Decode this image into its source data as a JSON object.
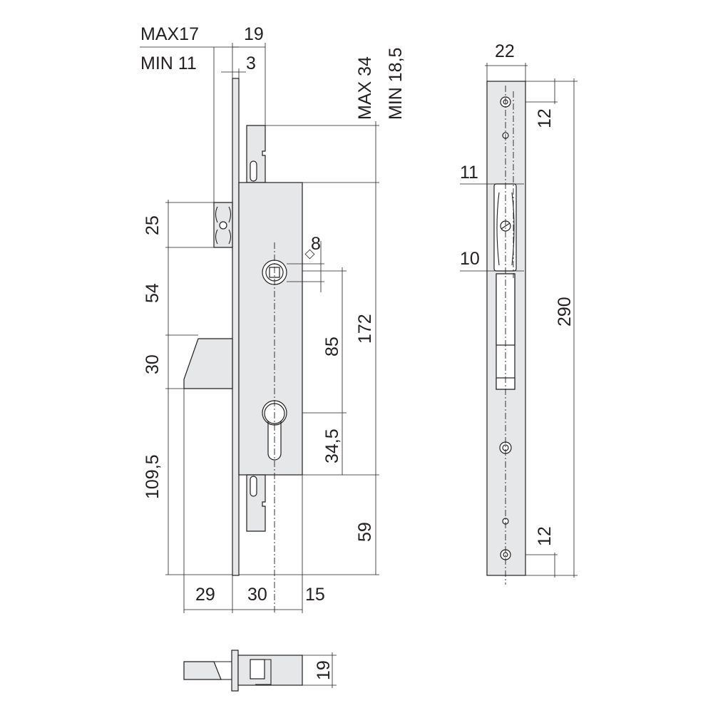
{
  "dimensions": {
    "backset_max": "MAX17",
    "backset_min": "MIN 11",
    "faceplate_top": "19",
    "faceplate_thickness": "3",
    "depth_max": "MAX 34",
    "depth_min": "MIN 18,5",
    "latch_height": "25",
    "latch_to_bolt": "54",
    "bolt_height": "30",
    "bolt_to_bottom": "109,5",
    "spindle": "8",
    "spindle_to_cylinder": "85",
    "case_height": "172",
    "cylinder_offset": "34,5",
    "bottom_extension": "59",
    "bolt_throw": "29",
    "backset": "30",
    "case_rear": "15",
    "front_width": "22",
    "front_top_hole": "12",
    "front_latch_top": "11",
    "front_latch_bottom": "10",
    "front_total_height": "290",
    "front_bottom_hole": "12",
    "bottom_view_thickness": "19"
  }
}
